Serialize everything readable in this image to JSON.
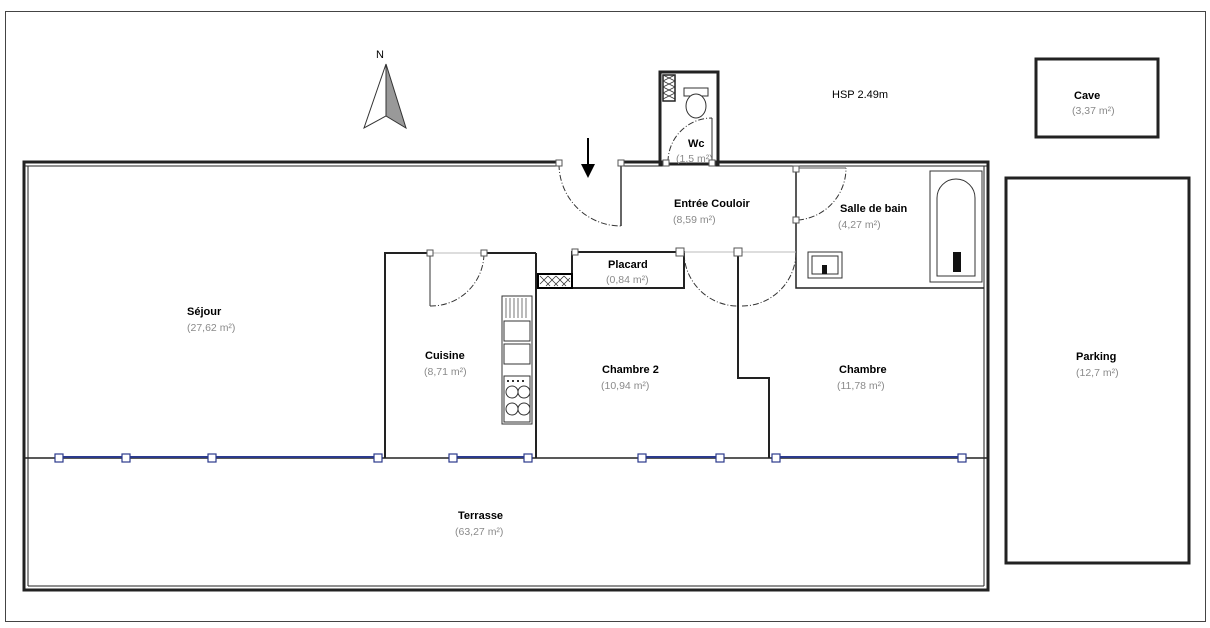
{
  "compass": {
    "label": "N"
  },
  "note": {
    "hsp": "HSP 2.49m"
  },
  "rooms": {
    "wc": {
      "name": "Wc",
      "area": "(1,5 m²)"
    },
    "entree": {
      "name": "Entrée Couloir",
      "area": "(8,59 m²)"
    },
    "salle_de_bain": {
      "name": "Salle de bain",
      "area": "(4,27 m²)"
    },
    "placard": {
      "name": "Placard",
      "area": "(0,84 m²)"
    },
    "sejour": {
      "name": "Séjour",
      "area": "(27,62 m²)"
    },
    "cuisine": {
      "name": "Cuisine",
      "area": "(8,71 m²)"
    },
    "chambre2": {
      "name": "Chambre 2",
      "area": "(10,94 m²)"
    },
    "chambre": {
      "name": "Chambre",
      "area": "(11,78 m²)"
    },
    "terrasse": {
      "name": "Terrasse",
      "area": "(63,27 m²)"
    },
    "cave": {
      "name": "Cave",
      "area": "(3,37 m²)"
    },
    "parking": {
      "name": "Parking",
      "area": "(12,7 m²)"
    }
  },
  "colors": {
    "window": "#2b3a8c",
    "wall": "#222222",
    "label_area": "#8a8a8a"
  }
}
